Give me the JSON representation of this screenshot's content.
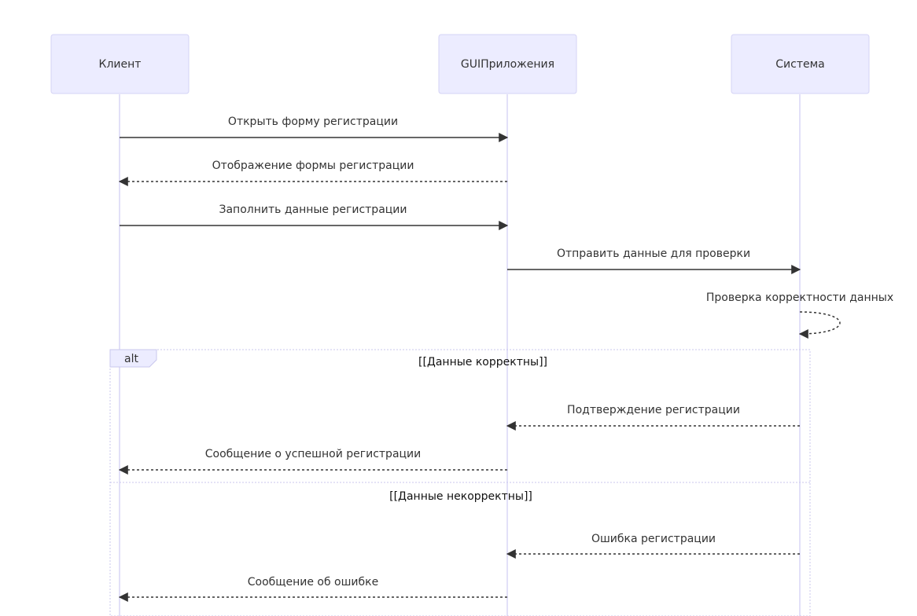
{
  "colors": {
    "actor_fill": "#ececff",
    "actor_stroke": "#d5d3f5",
    "lifeline": "#d9d6f5",
    "line": "#333333"
  },
  "actors": [
    {
      "label": "Клиент"
    },
    {
      "label": "GUIПриложения"
    },
    {
      "label": "Система"
    }
  ],
  "messages": [
    {
      "label": "Открыть форму регистрации",
      "from": 0,
      "to": 1,
      "dotted": false
    },
    {
      "label": "Отображение формы регистрации",
      "from": 1,
      "to": 0,
      "dotted": true
    },
    {
      "label": "Заполнить данные регистрации",
      "from": 0,
      "to": 1,
      "dotted": false
    },
    {
      "label": "Отправить данные для проверки",
      "from": 1,
      "to": 2,
      "dotted": false
    },
    {
      "label": "Проверка корректности данных",
      "from": 2,
      "to": 2,
      "dotted": true
    },
    {
      "label": "Подтверждение регистрации",
      "from": 2,
      "to": 1,
      "dotted": true
    },
    {
      "label": "Сообщение о успешной регистрации",
      "from": 1,
      "to": 0,
      "dotted": true
    },
    {
      "label": "Ошибка регистрации",
      "from": 2,
      "to": 1,
      "dotted": true
    },
    {
      "label": "Сообщение об ошибке",
      "from": 1,
      "to": 0,
      "dotted": true
    }
  ],
  "alt_block": {
    "label": "alt",
    "condition_1": "[[Данные корректны]]",
    "condition_2": "[[Данные некорректны]]"
  }
}
